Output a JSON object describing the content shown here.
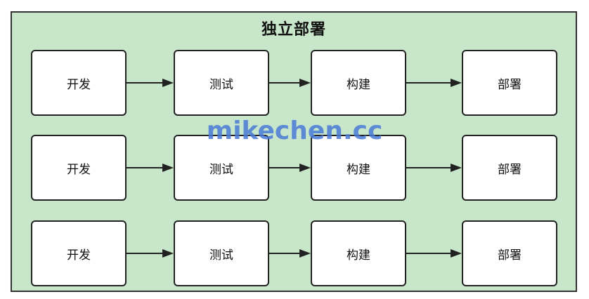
{
  "diagram": {
    "title": "独立部署",
    "rows": [
      {
        "steps": [
          "开发",
          "测试",
          "构建",
          "部署"
        ]
      },
      {
        "steps": [
          "开发",
          "测试",
          "构建",
          "部署"
        ]
      },
      {
        "steps": [
          "开发",
          "测试",
          "构建",
          "部署"
        ]
      }
    ]
  },
  "watermark": "mikechen.cc",
  "colors": {
    "background": "#c8e6c9",
    "box": "#ffffff",
    "border": "#222222",
    "watermark": "#4a7bd8"
  }
}
